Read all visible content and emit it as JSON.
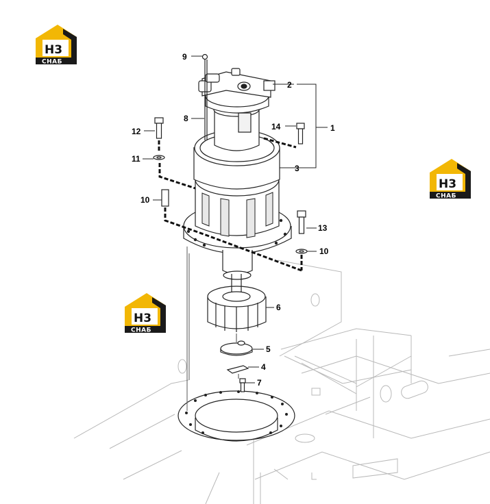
{
  "colors": {
    "logo_yellow": "#F2B705",
    "logo_dark": "#1A1A1A",
    "line": "#222222",
    "faint": "#B8B8B8"
  },
  "logos": [
    {
      "main": "H3",
      "sub": "CHAБ"
    },
    {
      "main": "H3",
      "sub": "CHAБ"
    },
    {
      "main": "H3",
      "sub": "CHAБ"
    }
  ],
  "callouts": {
    "c9": "9",
    "c2": "2",
    "c1": "1",
    "c8": "8",
    "c14": "14",
    "c12": "12",
    "c11": "11",
    "c3": "3",
    "c10a": "10",
    "c13": "13",
    "c10b": "10",
    "c6": "6",
    "c5": "5",
    "c4": "4",
    "c7": "7"
  }
}
